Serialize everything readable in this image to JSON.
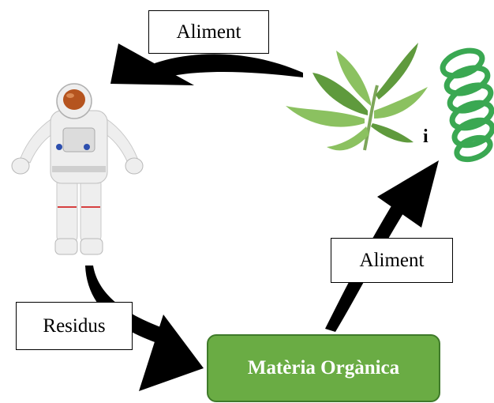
{
  "labels": {
    "aliment_top": "Aliment",
    "aliment_right": "Aliment",
    "residus": "Residus",
    "organic_matter": "Matèria Orgànica",
    "conjunction": "i"
  },
  "colors": {
    "arrow": "#000000",
    "organic_box_fill": "#6aac44",
    "plant_leaf": "#8bc160",
    "plant_leaf_dark": "#5f9a3d",
    "algae": "#3aa852",
    "suit": "#eeeeee",
    "visor": "#b5541f"
  },
  "icons": [
    "astronaut-illustration",
    "plant-illustration",
    "spirulina-algae-illustration"
  ]
}
